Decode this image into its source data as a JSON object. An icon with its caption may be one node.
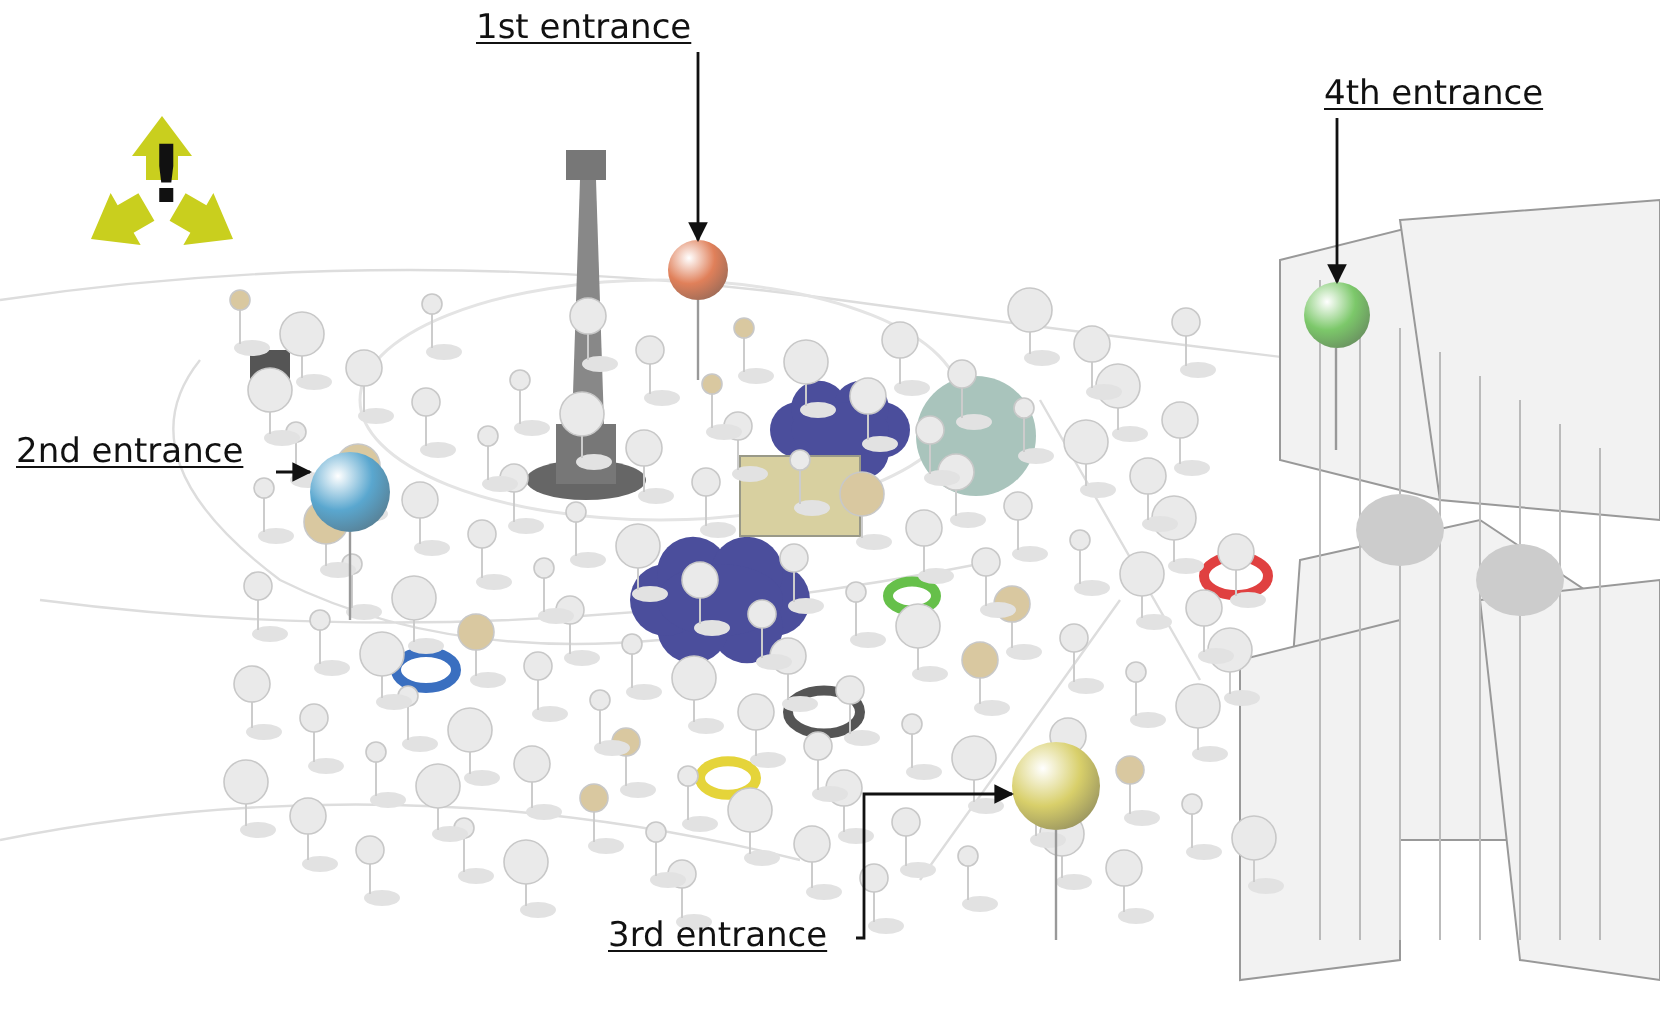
{
  "diagram": {
    "nodes": [
      {
        "text": [
          "1st entrance"
        ]
      },
      {
        "text": [],
        "shape": "circle"
      },
      {
        "text": [
          "4th entrance"
        ]
      },
      {
        "text": [],
        "shape": "circle"
      },
      {
        "text": [
          "2nd entrance"
        ]
      },
      {
        "text": [],
        "shape": "circle"
      },
      {
        "text": [],
        "shape": "circle"
      },
      {
        "text": [
          "3rd entrance"
        ]
      }
    ],
    "edges": [
      {
        "from": 0,
        "to": 1,
        "arrow": "to"
      },
      {
        "from": 2,
        "to": 3,
        "arrow": "to"
      },
      {
        "from": 4,
        "to": 5,
        "arrow": "to"
      },
      {
        "from": 7,
        "to": 6,
        "arrow": "to"
      }
    ],
    "labels": [
      "!"
    ]
  }
}
